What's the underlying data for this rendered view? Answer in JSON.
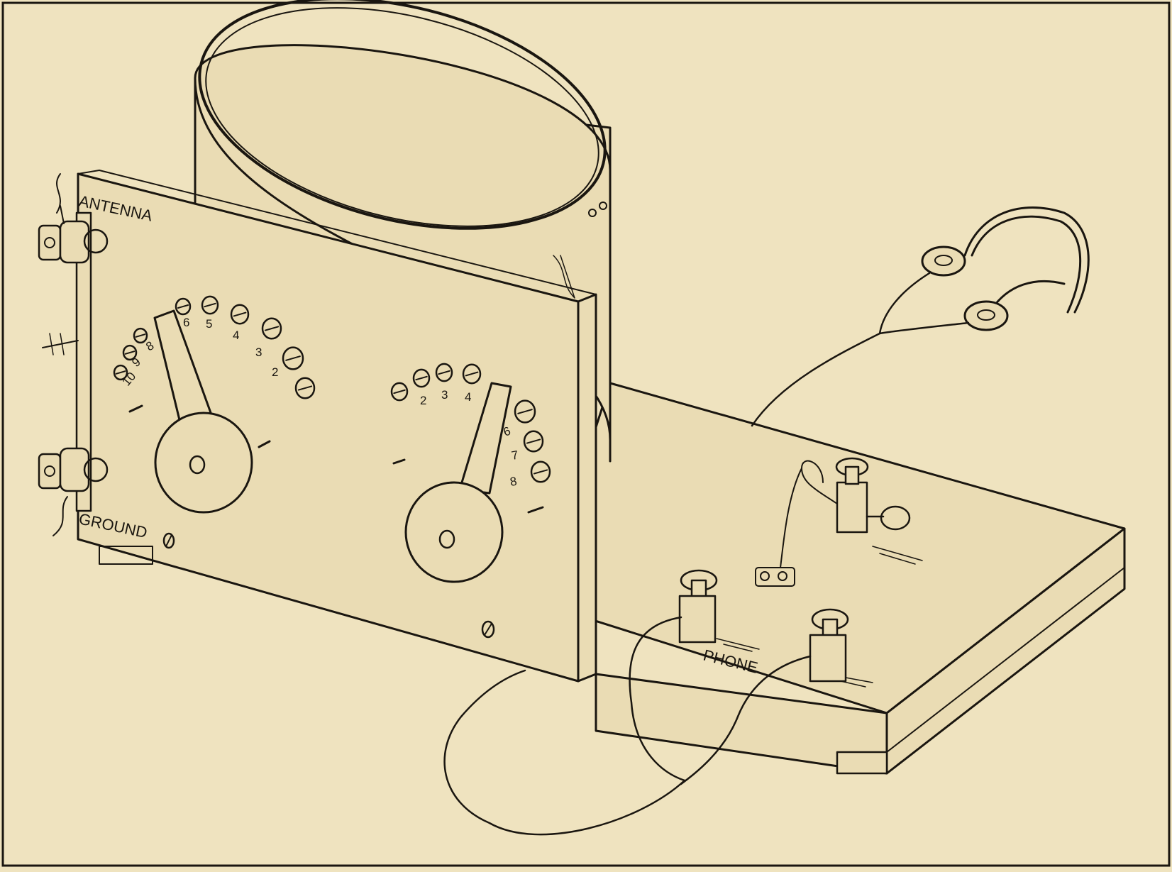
{
  "labels": {
    "antenna": "ANTENNA",
    "ground": "GROUND",
    "phone": "PHONE"
  },
  "left_dial": {
    "numbers": [
      "6",
      "5",
      "4",
      "3",
      "2",
      "8",
      "9",
      "10"
    ]
  },
  "right_dial": {
    "numbers": [
      "2",
      "3",
      "4",
      "6",
      "7",
      "8"
    ]
  },
  "colors": {
    "paper": "#efe3bf",
    "ink": "#1a1610",
    "panel": "#eadcb4"
  }
}
